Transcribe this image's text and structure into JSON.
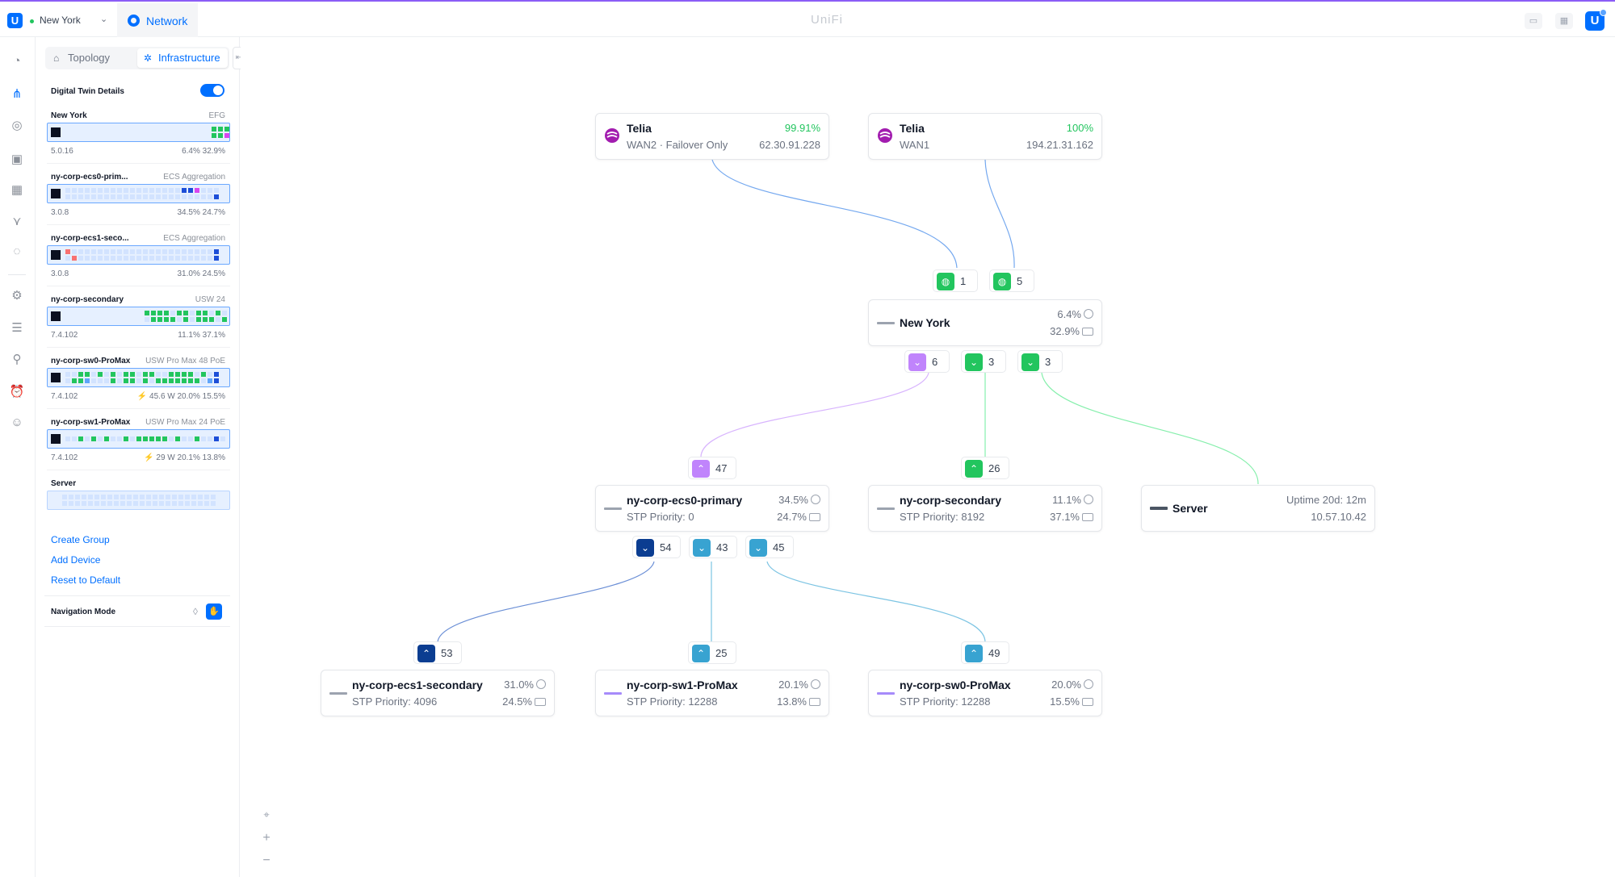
{
  "topbar": {
    "site_name": "New York",
    "app_name": "Network",
    "brand": "UniFi",
    "logo_letter": "U"
  },
  "leftnav": {
    "icons": [
      "dashboard-icon",
      "topology-icon",
      "clients-icon",
      "devices-icon",
      "ports-icon",
      "insights-icon",
      "security-icon",
      "settings-icon",
      "logs-icon",
      "integrations-icon",
      "alarms-icon",
      "admins-icon"
    ]
  },
  "panel": {
    "tabs": {
      "topology": "Topology",
      "infrastructure": "Infrastructure"
    },
    "digital_twin_label": "Digital Twin Details",
    "devices": [
      {
        "name": "New York",
        "model": "EFG",
        "version": "5.0.16",
        "stats": "6.4%  32.9%"
      },
      {
        "name": "ny-corp-ecs0-prim...",
        "model": "ECS Aggregation",
        "version": "3.0.8",
        "stats": "34.5%  24.7%"
      },
      {
        "name": "ny-corp-ecs1-seco...",
        "model": "ECS Aggregation",
        "version": "3.0.8",
        "stats": "31.0%  24.5%"
      },
      {
        "name": "ny-corp-secondary",
        "model": "USW 24",
        "version": "7.4.102",
        "stats": "11.1%  37.1%"
      },
      {
        "name": "ny-corp-sw0-ProMax",
        "model": "USW Pro Max 48 PoE",
        "version": "7.4.102",
        "stats": "⚡ 45.6 W  20.0%  15.5%"
      },
      {
        "name": "ny-corp-sw1-ProMax",
        "model": "USW Pro Max 24 PoE",
        "version": "7.4.102",
        "stats": "⚡ 29 W  20.1%  13.8%"
      },
      {
        "name": "Server",
        "model": "",
        "version": "",
        "stats": ""
      }
    ],
    "links": {
      "create_group": "Create Group",
      "add_device": "Add Device",
      "reset": "Reset to Default"
    },
    "navigation_mode_label": "Navigation Mode"
  },
  "topology": {
    "isps": [
      {
        "name": "Telia",
        "sub": "WAN2 · Failover Only",
        "uptime": "99.91%",
        "ip": "62.30.91.228"
      },
      {
        "name": "Telia",
        "sub": "WAN1",
        "uptime": "100%",
        "ip": "194.21.31.162"
      }
    ],
    "gateway": {
      "name": "New York",
      "cpu": "6.4%",
      "mem": "32.9%"
    },
    "wan_ports": [
      "1",
      "5"
    ],
    "gateway_ports": [
      "6",
      "3",
      "3"
    ],
    "nodes": [
      {
        "name": "ny-corp-ecs0-primary",
        "sub": "STP Priority: 0",
        "cpu": "34.5%",
        "mem": "24.7%",
        "uplink": "47"
      },
      {
        "name": "ny-corp-secondary",
        "sub": "STP Priority: 8192",
        "cpu": "11.1%",
        "mem": "37.1%",
        "uplink": "26"
      },
      {
        "name": "Server",
        "uptime": "Uptime 20d: 12m",
        "ip": "10.57.10.42"
      }
    ],
    "ecs0_ports": [
      "54",
      "43",
      "45"
    ],
    "leafs": [
      {
        "name": "ny-corp-ecs1-secondary",
        "sub": "STP Priority: 4096",
        "cpu": "31.0%",
        "mem": "24.5%",
        "uplink": "53"
      },
      {
        "name": "ny-corp-sw1-ProMax",
        "sub": "STP Priority: 12288",
        "cpu": "20.1%",
        "mem": "13.8%",
        "uplink": "25"
      },
      {
        "name": "ny-corp-sw0-ProMax",
        "sub": "STP Priority: 12288",
        "cpu": "20.0%",
        "mem": "15.5%",
        "uplink": "49"
      }
    ]
  },
  "zoom": {
    "locate_icon": "crosshair-icon",
    "zoom_in": "+",
    "zoom_out": "−"
  },
  "colors": {
    "accent": "#006fff",
    "online": "#22c55e",
    "isp": "#a21caf"
  }
}
